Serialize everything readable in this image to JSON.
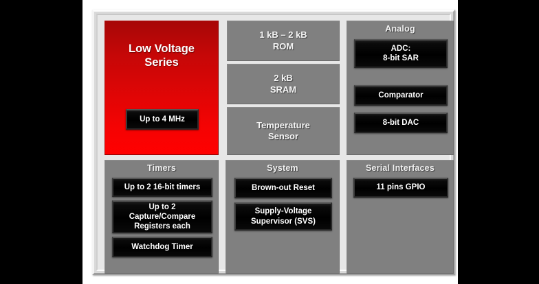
{
  "diagram": {
    "series_panel": {
      "title": "Low Voltage\nSeries",
      "title_line1": "Low Voltage",
      "title_line2": "Series",
      "clock_chip": "Up to 4 MHz",
      "bg_color_top": "#a70707",
      "bg_color_bottom": "#ff0000"
    },
    "memory_column": {
      "blocks": [
        {
          "line1": "1 kB – 2 kB",
          "line2": "ROM"
        },
        {
          "line1": "2 kB",
          "line2": "SRAM"
        },
        {
          "line1": "Temperature",
          "line2": "Sensor"
        }
      ]
    },
    "analog_panel": {
      "title": "Analog",
      "items": [
        {
          "line1": "ADC:",
          "line2": "8-bit SAR"
        },
        {
          "line1": "Comparator",
          "line2": ""
        },
        {
          "line1": "8-bit DAC",
          "line2": ""
        }
      ]
    },
    "timers_panel": {
      "title": "Timers",
      "items": [
        {
          "line1": "Up to 2 16-bit timers",
          "line2": "",
          "line3": ""
        },
        {
          "line1": "Up to 2",
          "line2": "Capture/Compare",
          "line3": "Registers each"
        },
        {
          "line1": "Watchdog Timer",
          "line2": "",
          "line3": ""
        }
      ]
    },
    "system_panel": {
      "title": "System",
      "items": [
        {
          "line1": "Brown-out Reset",
          "line2": ""
        },
        {
          "line1": "Supply-Voltage",
          "line2": "Supervisor (SVS)"
        }
      ]
    },
    "serial_panel": {
      "title": "Serial Interfaces",
      "items": [
        {
          "line1": "11 pins GPIO"
        }
      ]
    },
    "colors": {
      "panel_gray": "#808080",
      "chip_black": "#000000",
      "frame_light": "#e7e7e7",
      "accent_red": "#e20505",
      "text_white": "#ffffff"
    }
  }
}
